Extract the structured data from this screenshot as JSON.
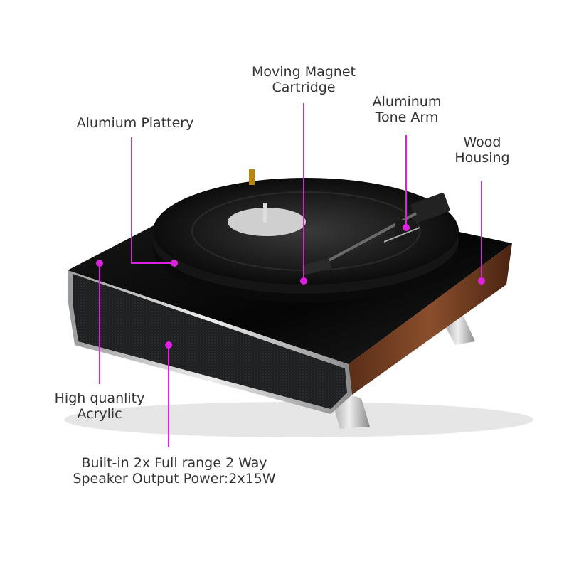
{
  "accent_color": "#e020e0",
  "labels": {
    "moving_magnet": {
      "line1": "Moving Magnet",
      "line2": "Cartridge"
    },
    "alumium_plattery": {
      "line1": "Alumium Plattery"
    },
    "aluminum_tone_arm": {
      "line1": "Aluminum",
      "line2": "Tone Arm"
    },
    "wood_housing": {
      "line1": "Wood",
      "line2": "Housing"
    },
    "high_quality_acrylic": {
      "line1": "High quanlity",
      "line2": "Acrylic"
    },
    "speaker": {
      "line1": "Built-in 2x Full range 2 Way",
      "line2": "Speaker Output Power:2x15W"
    }
  }
}
